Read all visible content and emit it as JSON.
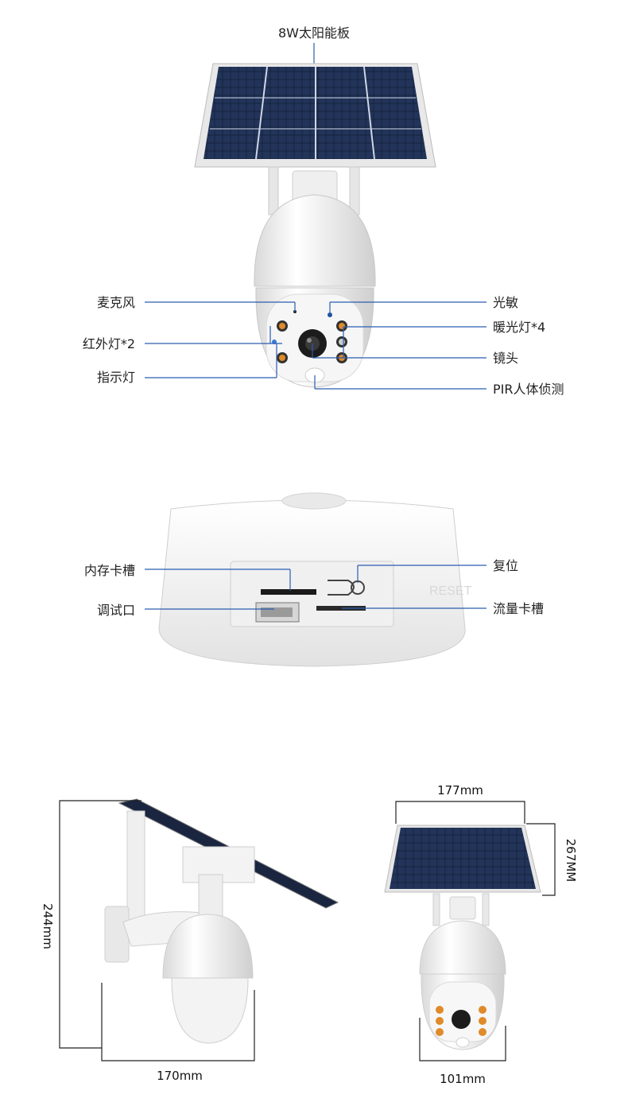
{
  "section1": {
    "title": "8W太阳能板",
    "labels_left": [
      "麦克风",
      "红外灯*2",
      "指示灯"
    ],
    "labels_right": [
      "光敏",
      "暖光灯*4",
      "镜头",
      "PIR人体侦测"
    ]
  },
  "section2": {
    "labels_left": [
      "内存卡槽",
      "调试口"
    ],
    "labels_right": [
      "复位",
      "流量卡槽"
    ],
    "base_text": "RESET"
  },
  "section3": {
    "side_height": "244mm",
    "side_width": "170mm",
    "front_width_top": "177mm",
    "front_height": "267MM",
    "front_width_bottom": "101mm"
  },
  "colors": {
    "leader": "#2a5db0",
    "panel_cell": "#1c2a4a",
    "body": "#f2f2f2",
    "ir_led": "#e08a2a",
    "warm_led": "#d0d0d0"
  }
}
